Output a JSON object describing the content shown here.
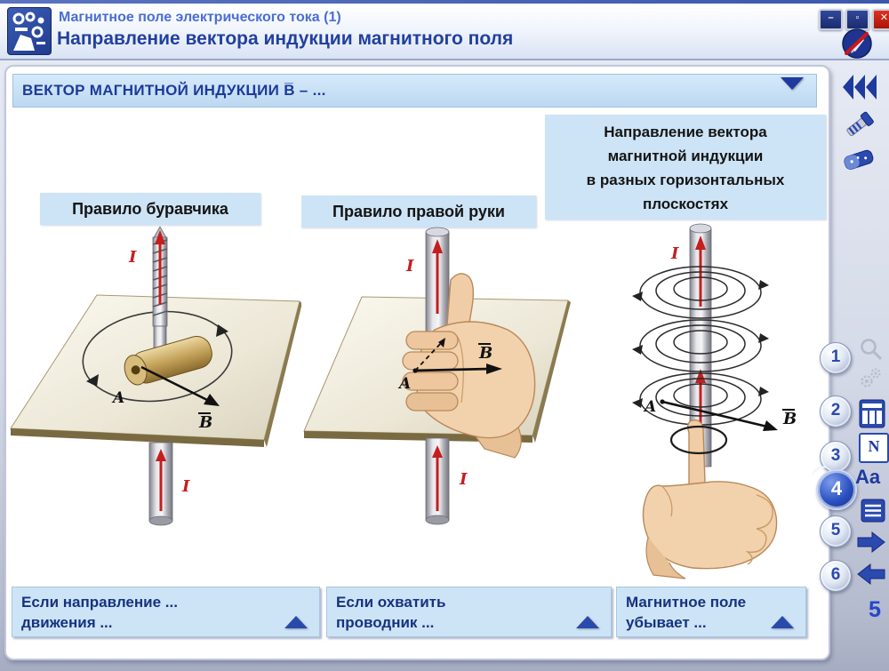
{
  "window": {
    "title_line1": "Магнитное поле электрического тока (1)",
    "title_line2": "Направление вектора индукции магнитного поля",
    "minimize_glyph": "–",
    "maximize_glyph": "▫",
    "close_glyph": "✕"
  },
  "content": {
    "section_header": "ВЕКТОР МАГНИТНОЙ ИНДУКЦИИ  B̅ – ...",
    "rule1_label": "Правило буравчика",
    "rule2_label": "Правило правой руки",
    "note_lines": {
      "l1": "Направление вектора",
      "l2": "магнитной индукции",
      "l3": "в разных горизонтальных",
      "l4": "плоскостях"
    },
    "labels": {
      "current": "I",
      "point": "A",
      "field": "B"
    },
    "bottom_panels": [
      {
        "line1": "Если направление ...",
        "line2": "движения ..."
      },
      {
        "line1": "Если охватить",
        "line2": "проводник ..."
      },
      {
        "line1": "Магнитное поле",
        "line2": "убывает ..."
      }
    ]
  },
  "sidebar": {
    "nav_buttons": [
      "1",
      "2",
      "3",
      "4",
      "5",
      "6"
    ],
    "active_button": "4",
    "fontsize_icon_text": "Aa",
    "periodic_icon_text": "N",
    "page_number": "5"
  },
  "colors": {
    "accent_blue": "#1e3a9e",
    "panel_blue": "#cde4f6",
    "alert_red": "#c41e1e"
  }
}
